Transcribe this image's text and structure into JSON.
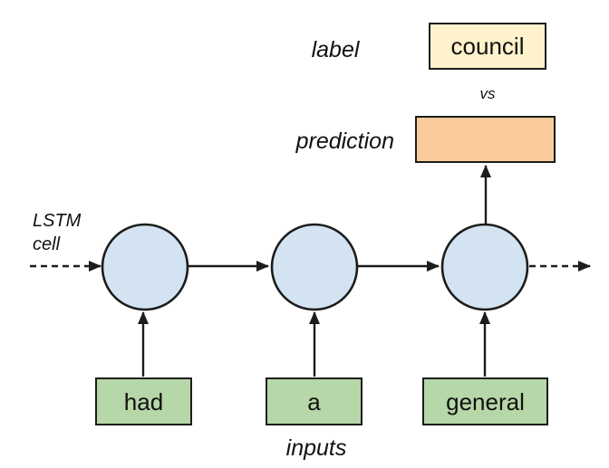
{
  "diagram": {
    "annotations": {
      "label": "label",
      "vs": "vs",
      "prediction": "prediction",
      "lstm_cell_line1": "LSTM",
      "lstm_cell_line2": "cell",
      "inputs": "inputs"
    },
    "label_box_text": "council",
    "prediction_box_text": "",
    "input_boxes": [
      "had",
      "a",
      "general"
    ],
    "colors": {
      "background": "#ffffff",
      "text": "#111111",
      "stroke": "#1c1c1c",
      "cell_fill": "#d3e3f1",
      "label_box_fill": "#fff2cc",
      "prediction_box_fill": "#f9cb9c",
      "input_box_fill": "#b6d7a8"
    }
  }
}
